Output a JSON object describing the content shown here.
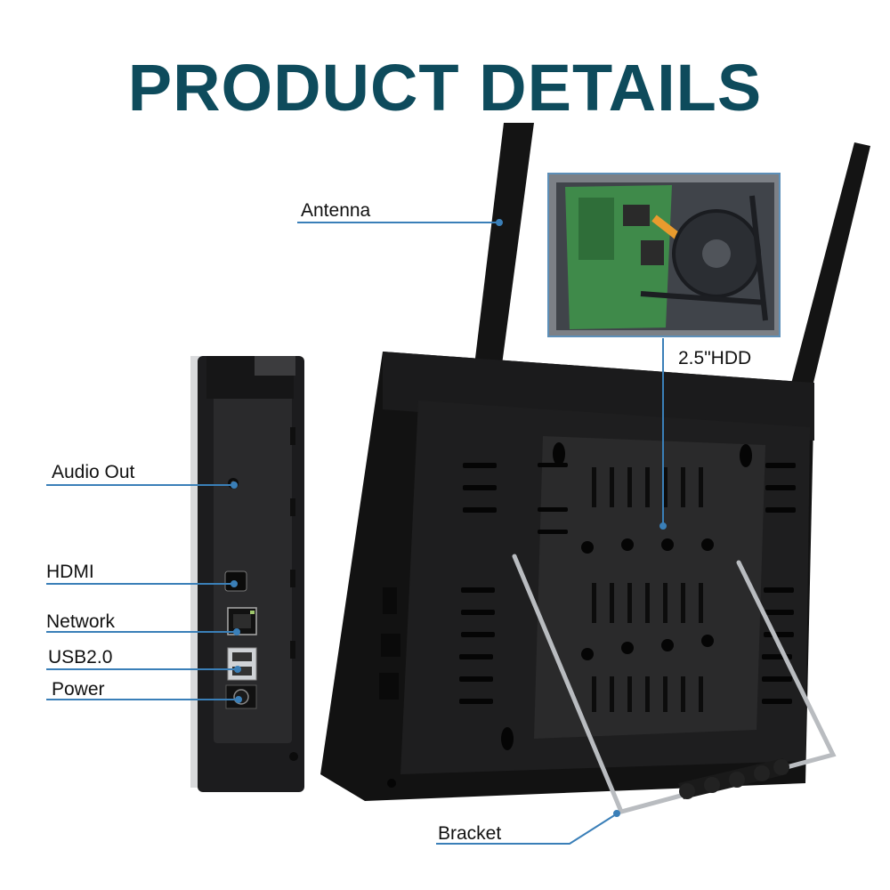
{
  "title": "PRODUCT DETAILS",
  "accent_color": "#0e4b5c",
  "line_color": "#3a7fb8",
  "labels": {
    "antenna": "Antenna",
    "hdd": "2.5\"HDD",
    "audio_out": "Audio Out",
    "hdmi": "HDMI",
    "network": "Network",
    "usb": "USB2.0",
    "power": "Power",
    "bracket": "Bracket"
  }
}
